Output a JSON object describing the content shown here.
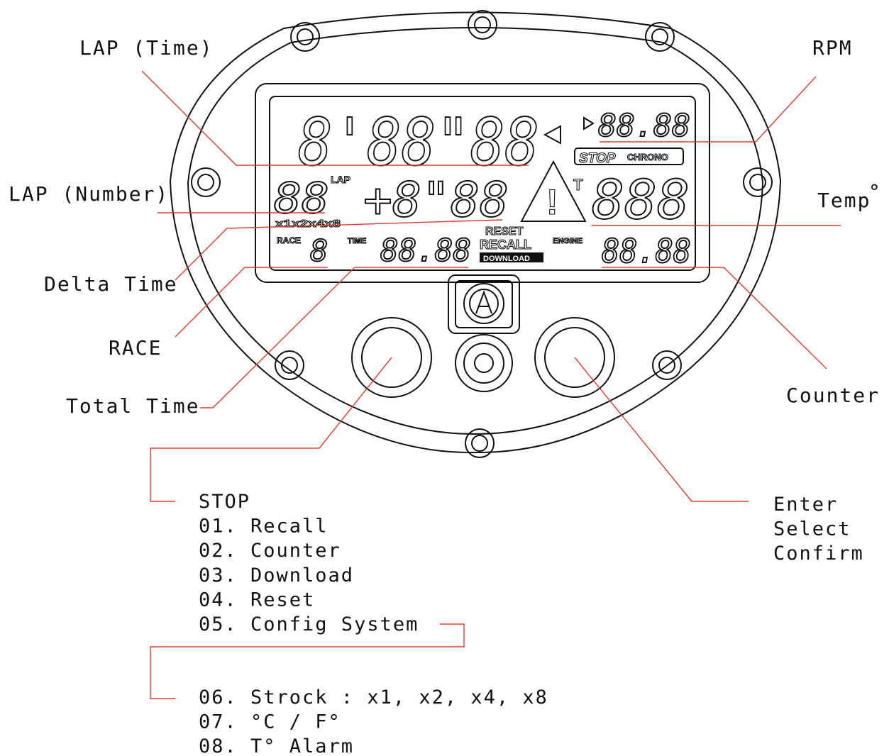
{
  "labels": {
    "lap_time": "LAP (Time)",
    "rpm": "RPM",
    "lap_number": "LAP (Number)",
    "temp": "Temp",
    "delta_time": "Delta Time",
    "race": "RACE",
    "total_time": "Total Time",
    "counter": "Counter"
  },
  "menu_left": [
    "STOP",
    "01. Recall",
    "02. Counter",
    "03. Download",
    "04. Reset",
    "05. Config System"
  ],
  "menu_config": [
    "06. Strock : x1, x2, x4, x8",
    "07. °C / F°",
    "08. T° Alarm"
  ],
  "menu_right": [
    "Enter",
    "Select",
    "Confirm"
  ],
  "lcd": {
    "lap_time_digits": "8'88\"88",
    "rpm_digits": "88.88",
    "stop": "STOP",
    "chrono": "CHRONO",
    "lap_tag": "LAP",
    "lap_number_digits": "88",
    "delta_digits": "+8\"88",
    "t_tag": "T",
    "temp_digits": "888",
    "strock_options": "x1x2x4x8",
    "race_tag": "RACE",
    "race_digit": "8",
    "time_tag": "TIME",
    "total_time_digits": "88.88",
    "reset": "RESET",
    "recall": "RECALL",
    "download": "DOWNLOAD",
    "engine_tag": "ENGINE",
    "counter_digits": "88.88",
    "warning_mark": "!"
  },
  "colors": {
    "leader": "#e0392b",
    "ink": "#111111"
  }
}
